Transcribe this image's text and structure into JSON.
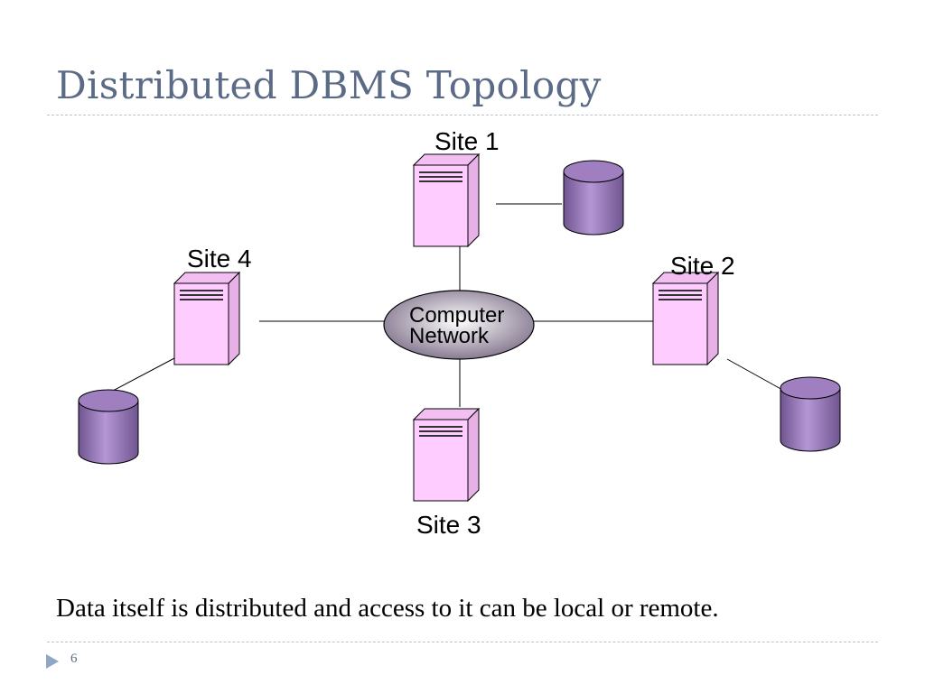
{
  "slide": {
    "title": "Distributed DBMS Topology",
    "caption": "Data itself is distributed and access to it can be local or remote.",
    "page_number": "6"
  },
  "diagram": {
    "network_label_line1": "Computer",
    "network_label_line2": "Network",
    "sites": [
      {
        "label": "Site 1"
      },
      {
        "label": "Site 2"
      },
      {
        "label": "Site 3"
      },
      {
        "label": "Site 4"
      }
    ]
  },
  "colors": {
    "server_fill": "#ffccff",
    "database_fill": "#9f7fc0",
    "network_fill": "#a89ab0",
    "title_color": "#5b6a86",
    "footer_arrow": "#8fa6c4"
  },
  "icons": {
    "server": "server-icon",
    "database": "database-icon",
    "network": "network-cloud-icon",
    "footer": "play-triangle-icon"
  }
}
